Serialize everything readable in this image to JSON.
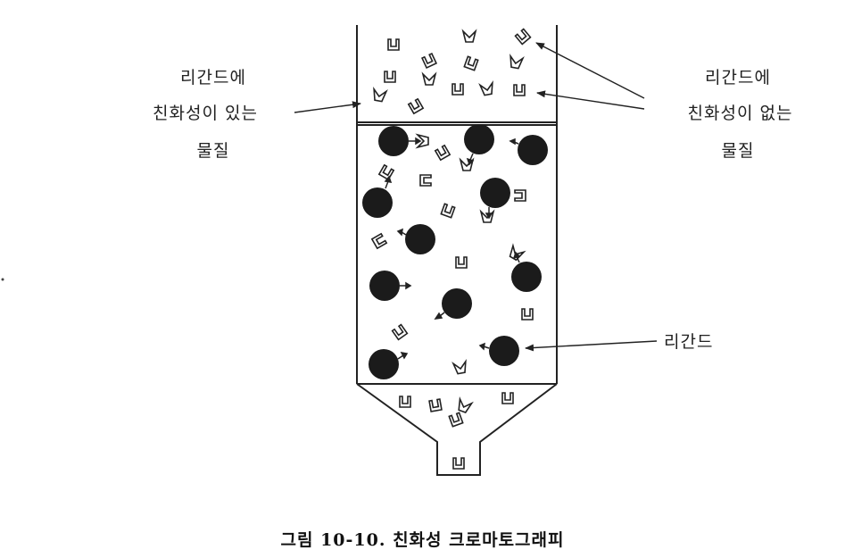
{
  "diagram": {
    "labels": {
      "left_line1": "리간드에",
      "left_line2": "친화성이 있는",
      "left_line3": "물질",
      "right_line1": "리간드에",
      "right_line2": "친화성이 없는",
      "right_line3": "물질",
      "ligand": "리간드"
    },
    "caption": "그림 10-10. 친화성 크로마토그래피",
    "colors": {
      "ink": "#222222",
      "bead": "#1b1b1b",
      "background": "#ffffff"
    }
  }
}
